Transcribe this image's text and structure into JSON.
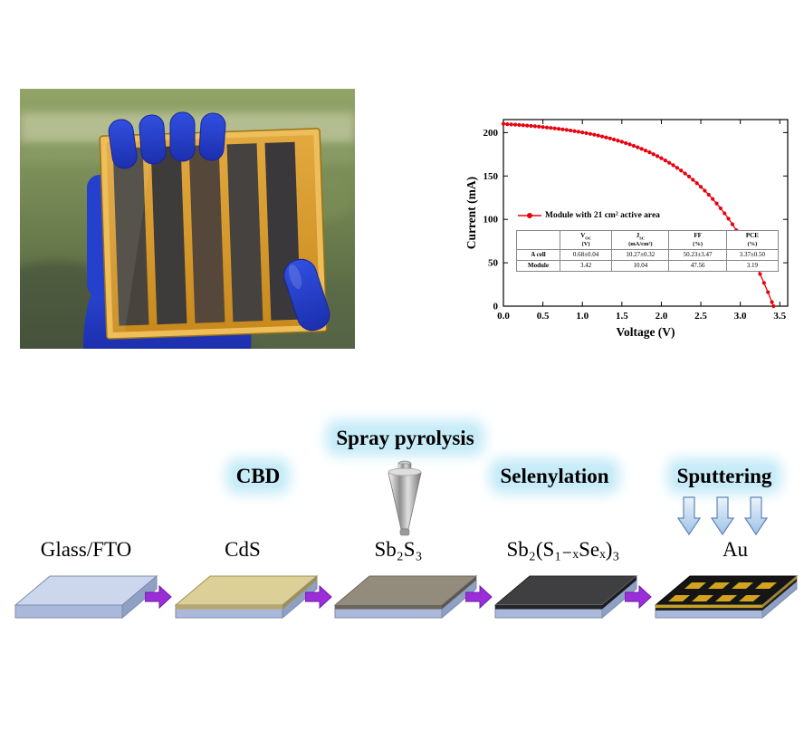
{
  "colors": {
    "series_red": "#e8000d",
    "label_highlight": "#c8ecf8",
    "process_arrow_purple": "#9a2fd8",
    "sputter_arrow_blue": "#b9d4ee",
    "glove_blue": "#2743d0",
    "module_amber": "#d4941f",
    "glass_slab_blue": "#a9b8db",
    "cds_tan": "#dccf97",
    "sb2s3_gray": "#938c7c",
    "sb2sse3_dark": "#3f3f41",
    "gold": "#d2a31d"
  },
  "chart_data": {
    "type": "scatter",
    "title": "",
    "xlabel": "Voltage (V)",
    "ylabel": "Current (mA)",
    "xlim": [
      0,
      3.6
    ],
    "ylim": [
      0,
      215
    ],
    "x_ticks": [
      0,
      0.5,
      1.0,
      1.5,
      2.0,
      2.5,
      3.0,
      3.5
    ],
    "y_ticks": [
      0,
      50,
      100,
      150,
      200
    ],
    "grid": false,
    "legend_position": "center-left",
    "series": [
      {
        "name": "Module with 21 cm² active area",
        "color": "#e8000d",
        "marker": "dot",
        "x": [
          0.0,
          0.05,
          0.1,
          0.15,
          0.2,
          0.25,
          0.3,
          0.35,
          0.4,
          0.45,
          0.5,
          0.55,
          0.6,
          0.65,
          0.7,
          0.75,
          0.8,
          0.85,
          0.9,
          0.95,
          1.0,
          1.05,
          1.1,
          1.15,
          1.2,
          1.25,
          1.3,
          1.35,
          1.4,
          1.45,
          1.5,
          1.55,
          1.6,
          1.65,
          1.7,
          1.75,
          1.8,
          1.85,
          1.9,
          1.95,
          2.0,
          2.05,
          2.1,
          2.15,
          2.2,
          2.25,
          2.3,
          2.35,
          2.4,
          2.45,
          2.5,
          2.55,
          2.6,
          2.65,
          2.7,
          2.75,
          2.8,
          2.85,
          2.9,
          2.95,
          3.0,
          3.05,
          3.1,
          3.15,
          3.2,
          3.25,
          3.3,
          3.35,
          3.4,
          3.42
        ],
        "y": [
          210.0,
          209.7,
          209.4,
          209.1,
          208.8,
          208.5,
          208.1,
          207.7,
          207.3,
          206.9,
          206.4,
          205.9,
          205.4,
          204.9,
          204.3,
          203.7,
          203.1,
          202.4,
          201.7,
          201.0,
          200.2,
          199.4,
          198.5,
          197.6,
          196.6,
          195.5,
          194.4,
          193.3,
          192.0,
          190.7,
          189.4,
          187.9,
          186.4,
          184.7,
          183.0,
          181.2,
          179.3,
          177.3,
          175.1,
          172.9,
          170.5,
          167.9,
          165.2,
          162.4,
          159.4,
          156.3,
          152.9,
          149.4,
          145.6,
          141.7,
          137.5,
          133.1,
          128.4,
          123.5,
          118.3,
          112.8,
          106.9,
          100.8,
          94.3,
          87.4,
          80.1,
          72.4,
          64.3,
          55.7,
          46.6,
          37.0,
          26.8,
          16.1,
          4.7,
          0.0
        ]
      }
    ],
    "inset_table": {
      "headers": [
        {
          "base": "V",
          "sub": "OC",
          "unit": "(V)"
        },
        {
          "base": "J",
          "sub": "SC",
          "unit": "(mA/cm²)"
        },
        {
          "base": "FF",
          "sub": "",
          "unit": "(%)"
        },
        {
          "base": "PCE",
          "sub": "",
          "unit": "(%)"
        }
      ],
      "rows": [
        {
          "label": "A cell",
          "values": [
            "0.68±0.04",
            "10.27±0.32",
            "50.23±3.47",
            "3.37±0.50"
          ]
        },
        {
          "label": "Module",
          "values": [
            "3.42",
            "10.04",
            "47.56",
            "3.19"
          ]
        }
      ]
    }
  },
  "process": {
    "methods": [
      {
        "label": "CBD"
      },
      {
        "label": "Spray pyrolysis"
      },
      {
        "label": "Selenylation"
      },
      {
        "label": "Sputtering"
      }
    ],
    "steps": [
      {
        "label": "Glass/FTO"
      },
      {
        "label": "CdS"
      },
      {
        "label": "Sb₂S₃"
      },
      {
        "label": "Sb₂(S₁₋ₓSeₓ)₃"
      },
      {
        "label": "Au"
      }
    ]
  }
}
